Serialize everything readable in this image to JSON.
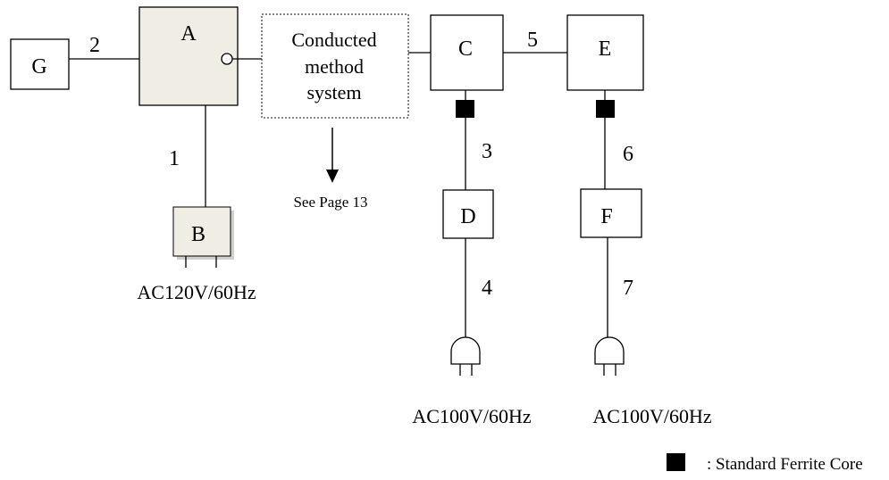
{
  "boxes": {
    "A": "A",
    "B": "B",
    "C": "C",
    "D": "D",
    "E": "E",
    "F": "F",
    "G": "G"
  },
  "conducted_box": {
    "line1": "Conducted",
    "line2": "method",
    "line3": "system"
  },
  "see_page": "See Page 13",
  "cable_numbers": [
    "1",
    "2",
    "3",
    "4",
    "5",
    "6",
    "7"
  ],
  "power_labels": {
    "b": "AC120V/60Hz",
    "d": "AC100V/60Hz",
    "f": "AC100V/60Hz"
  },
  "legend": {
    "text": ": Standard Ferrite Core"
  },
  "colors": {
    "shaded_box": "#f0ede5",
    "line": "#000000"
  }
}
